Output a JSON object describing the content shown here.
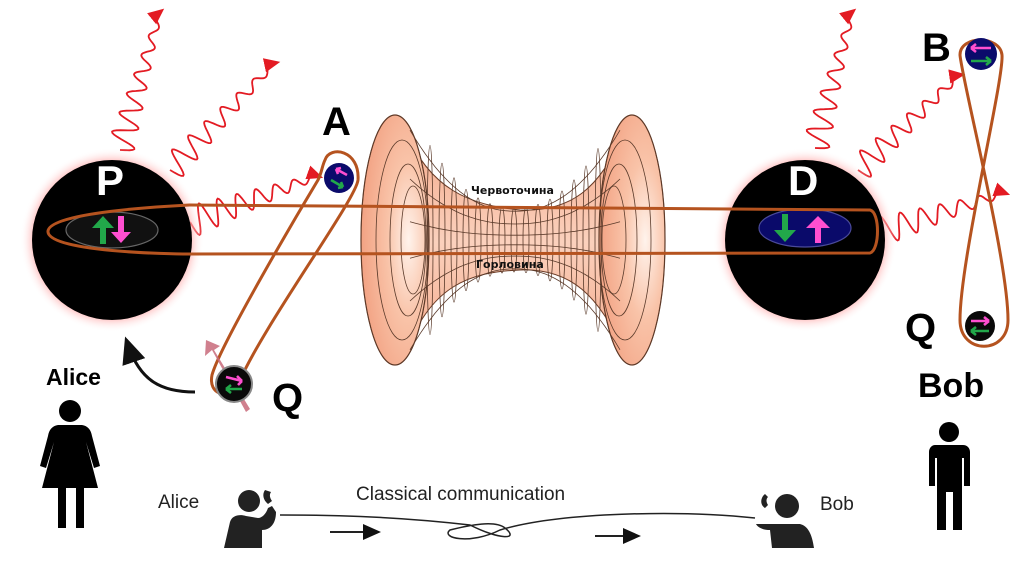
{
  "diagram": {
    "type": "wormhole-entanglement-teleportation",
    "wormhole": {
      "label_top": "Червоточина",
      "label_bottom": "Горловина",
      "color": "#f4a98a",
      "grid_color": "#5a3a2a"
    },
    "black_holes": [
      {
        "id": "P",
        "label": "P",
        "pair_background": "#000000",
        "spins": [
          "up-green",
          "down-magenta"
        ]
      },
      {
        "id": "D",
        "label": "D",
        "pair_background": "#0a0a6a",
        "spins": [
          "down-green",
          "up-magenta"
        ]
      }
    ],
    "particles": [
      {
        "id": "A",
        "label": "A",
        "fill": "#0b0b6b"
      },
      {
        "id": "B",
        "label": "B",
        "fill": "#0b0b6b"
      },
      {
        "id": "Q-left",
        "label": "Q",
        "fill": "#0a0a0a"
      },
      {
        "id": "Q-right",
        "label": "Q",
        "fill": "#0a0a0a"
      }
    ],
    "people": {
      "alice_label": "Alice",
      "bob_label": "Bob"
    },
    "communication": {
      "label": "Classical communication",
      "alice_label": "Alice",
      "bob_label": "Bob"
    },
    "colors": {
      "entanglement_line": "#b5531f",
      "hawking_radiation": "#e31b23",
      "spin_green": "#22a84a",
      "spin_magenta": "#ff4fd0",
      "black_hole_glow": "#ff9a9a"
    }
  }
}
